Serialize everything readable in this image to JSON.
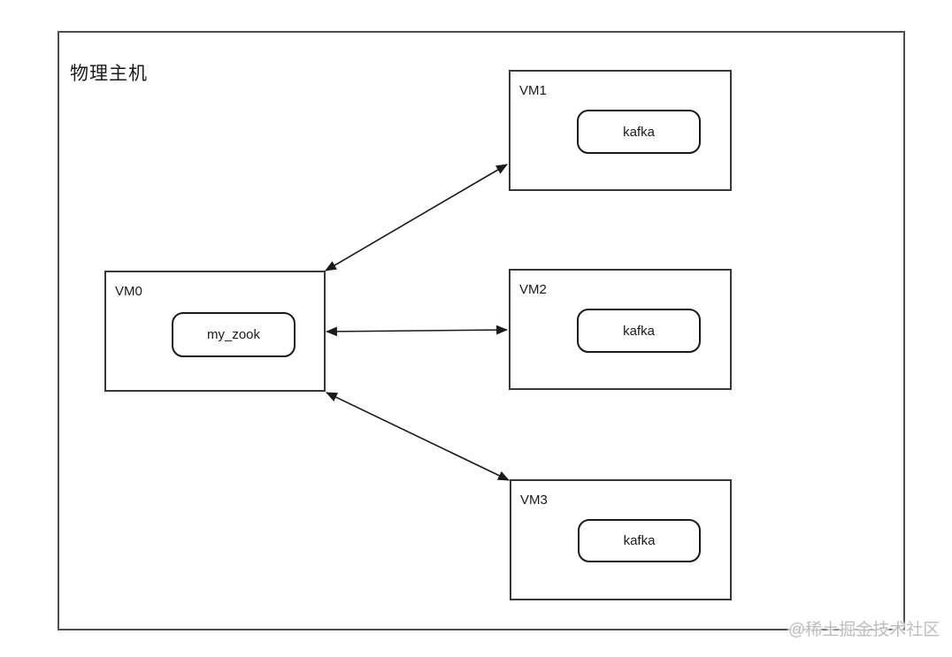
{
  "diagram": {
    "title": "物理主机",
    "nodes": [
      {
        "id": "vm0",
        "label": "VM0",
        "child": "my_zook"
      },
      {
        "id": "vm1",
        "label": "VM1",
        "child": "kafka"
      },
      {
        "id": "vm2",
        "label": "VM2",
        "child": "kafka"
      },
      {
        "id": "vm3",
        "label": "VM3",
        "child": "kafka"
      }
    ],
    "edges": [
      {
        "from": "vm0",
        "to": "vm1",
        "bidirectional": true
      },
      {
        "from": "vm0",
        "to": "vm2",
        "bidirectional": true
      },
      {
        "from": "vm0",
        "to": "vm3",
        "bidirectional": true
      }
    ],
    "colors": {
      "background": "#ffffff",
      "outer_border": "#4f4f4f",
      "node_border": "#383838",
      "pill_border": "#1a1a1a",
      "arrow": "#1a1a1a",
      "text": "#1a1a1a",
      "watermark": "#bdbdbd"
    }
  },
  "watermark": "@稀土掘金技术社区"
}
